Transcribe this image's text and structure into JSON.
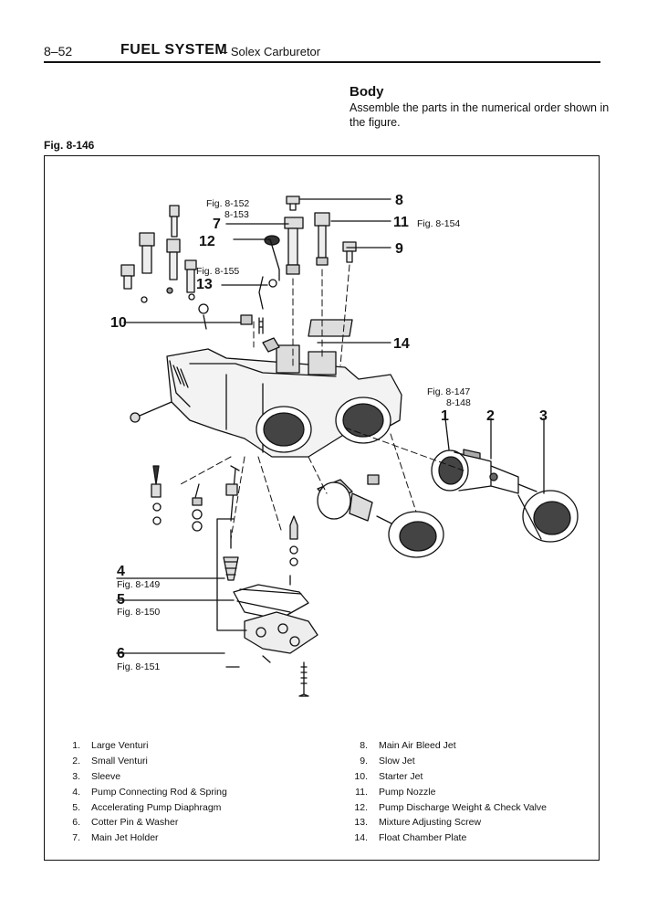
{
  "header": {
    "page_number": "8–52",
    "section": "FUEL SYSTEM",
    "subsection": "– Solex Carburetor"
  },
  "intro": {
    "heading": "Body",
    "text": "Assemble the parts in the numerical order shown in the figure."
  },
  "figure": {
    "label": "Fig. 8-146",
    "callouts": {
      "c1": "1",
      "c2": "2",
      "c3": "3",
      "c4": "4",
      "c5": "5",
      "c6": "6",
      "c7": "7",
      "c8": "8",
      "c9": "9",
      "c10": "10",
      "c11": "11",
      "c12": "12",
      "c13": "13",
      "c14": "14"
    },
    "refs": {
      "r152": "Fig. 8-152",
      "r153": "8-153",
      "r154": "Fig. 8-154",
      "r155": "Fig. 8-155",
      "r147": "Fig. 8-147",
      "r148": "8-148",
      "r149": "Fig. 8-149",
      "r150": "Fig. 8-150",
      "r151": "Fig. 8-151"
    }
  },
  "legend": {
    "left": [
      {
        "num": "1.",
        "text": "Large Venturi"
      },
      {
        "num": "2.",
        "text": "Small Venturi"
      },
      {
        "num": "3.",
        "text": "Sleeve"
      },
      {
        "num": "4.",
        "text": "Pump Connecting Rod & Spring"
      },
      {
        "num": "5.",
        "text": "Accelerating Pump Diaphragm"
      },
      {
        "num": "6.",
        "text": "Cotter Pin & Washer"
      },
      {
        "num": "7.",
        "text": "Main Jet Holder"
      }
    ],
    "right": [
      {
        "num": "8.",
        "text": "Main Air Bleed Jet"
      },
      {
        "num": "9.",
        "text": "Slow Jet"
      },
      {
        "num": "10.",
        "text": "Starter Jet"
      },
      {
        "num": "11.",
        "text": "Pump Nozzle"
      },
      {
        "num": "12.",
        "text": "Pump Discharge Weight & Check Valve"
      },
      {
        "num": "13.",
        "text": "Mixture Adjusting Screw"
      },
      {
        "num": "14.",
        "text": "Float Chamber Plate"
      }
    ]
  }
}
